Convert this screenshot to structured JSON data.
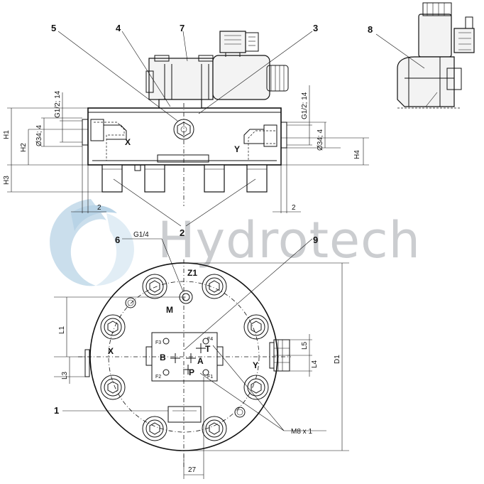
{
  "watermark": {
    "text": "Hydrotech",
    "color": "#b9bcc0",
    "swirl_color": "#9fc4dd"
  },
  "callouts": {
    "n1": "1",
    "n2": "2",
    "n3": "3",
    "n4": "4",
    "n5": "5",
    "n6": "6",
    "n7": "7",
    "n8": "8",
    "n9": "9"
  },
  "ports": {
    "x": "X",
    "y": "Y",
    "z1": "Z1",
    "m": "M",
    "a": "A",
    "b": "B",
    "p": "P",
    "t": "T",
    "f1": "F1",
    "f2": "F2",
    "f3": "F3",
    "f4": "F4"
  },
  "dimensions": {
    "h1": "H1",
    "h2": "H2",
    "h3": "H3",
    "h4": "H4",
    "l1": "L1",
    "l3": "L3",
    "l4": "L4",
    "l5": "L5",
    "d1": "D1",
    "g1_2_14_left": "G1/2; 14",
    "g1_2_14_right": "G1/2; 14",
    "d34_4_left": "Ø34; 4",
    "d34_4_right": "Ø34; 4",
    "two_left": "2",
    "two_right": "2",
    "g1_4": "G1/4",
    "m8x1": "M8 x 1",
    "w27": "27"
  }
}
